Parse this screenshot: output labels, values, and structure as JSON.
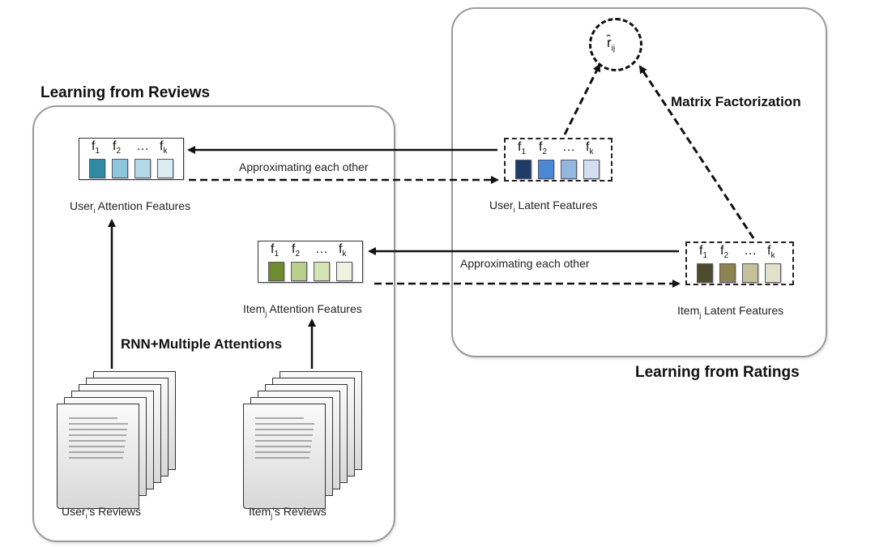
{
  "headings": {
    "reviews_panel": "Learning from Reviews",
    "ratings_panel": "Learning from Ratings",
    "matrix_factorization": "Matrix Factorization",
    "rnn": "RNN+Multiple Attentions"
  },
  "rating_node": {
    "symbol": "r̂",
    "subscript": "ij"
  },
  "feature_labels": {
    "f1": "f",
    "f1_sub": "1",
    "f2": "f",
    "f2_sub": "2",
    "ellipsis": "…",
    "fk": "f",
    "fk_sub": "k"
  },
  "blocks": {
    "user_attention": {
      "label_pre": "User",
      "label_sub": "i",
      "label_post": " Attention Features",
      "colors": [
        "#2f8aa3",
        "#8ec6dc",
        "#b4d9e8",
        "#dbecf3"
      ]
    },
    "user_latent": {
      "label_pre": "User",
      "label_sub": "i",
      "label_post": " Latent Features",
      "colors": [
        "#1f3c66",
        "#4a88d6",
        "#94b7e0",
        "#d3dff0"
      ]
    },
    "item_attention": {
      "label_pre": "Item",
      "label_sub": "j",
      "label_post": " Attention Features",
      "colors": [
        "#6e8b2e",
        "#b9d08a",
        "#d5e4b4",
        "#eef3e1"
      ]
    },
    "item_latent": {
      "label_pre": "Item",
      "label_sub": "j",
      "label_post": " Latent Features",
      "colors": [
        "#4e4a2e",
        "#8e8450",
        "#c5c19a",
        "#e1e0cb"
      ]
    }
  },
  "arrows": {
    "approx_user": "Approximating each other",
    "approx_item": "Approximating each other"
  },
  "reviews": {
    "user": {
      "label_pre": "User",
      "label_sub": "i",
      "label_post": "'s Reviews"
    },
    "item": {
      "label_pre": "Item",
      "label_sub": "j",
      "label_post": "'s Reviews"
    }
  }
}
